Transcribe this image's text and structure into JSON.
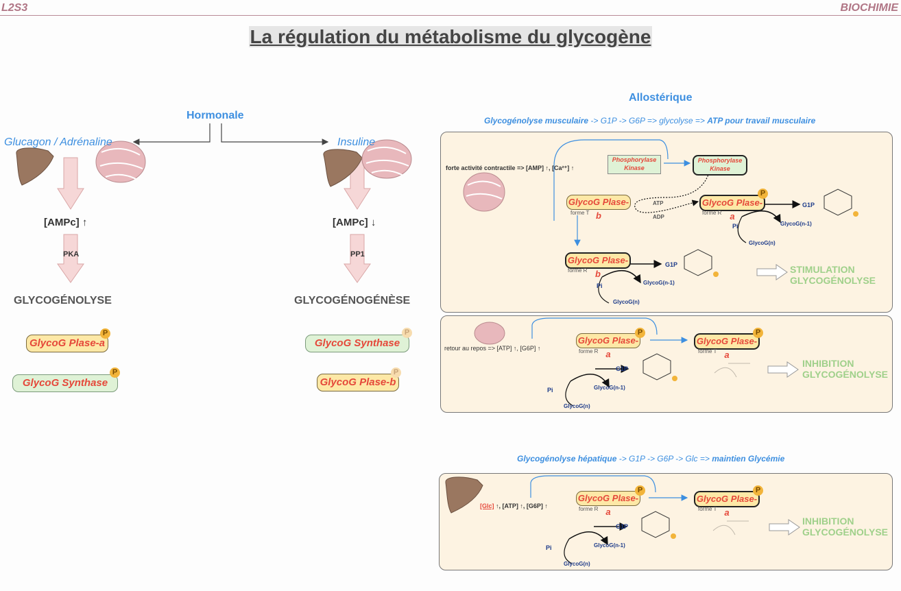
{
  "header": {
    "left": "L2S3",
    "right": "BIOCHIMIE"
  },
  "title": "La régulation du métabolisme du glycogène",
  "hormonal": {
    "label": "Hormonale",
    "left": {
      "hormone": "Glucagon / Adrénaline",
      "amp": "[AMPc] ↑",
      "enzyme": "PKA",
      "outcome": "GLYCOGÉNOLYSE",
      "pill1": "GlycoG Plase-a",
      "pill2": "GlycoG Synthase"
    },
    "right": {
      "hormone": "Insuline",
      "amp": "[AMPc] ↓",
      "enzyme": "PP1",
      "outcome": "GLYCOGÉNOGÉNÈSE",
      "pill1": "GlycoG Synthase",
      "pill2": "GlycoG Plase-b"
    }
  },
  "allosteric": {
    "label": "Allostérique",
    "muscle_heading": {
      "a": "Glycogénolyse musculaire",
      "b": " -> G1P -> G6P => glycolyse => ",
      "c": "ATP pour travail musculaire"
    },
    "liver_heading": {
      "a": "Glycogénolyse hépatique",
      "b": " -> G1P -> G6P -> Glc => ",
      "c": "maintien Glycémie"
    },
    "box1": {
      "condition": "forte activité contractile => [AMP] ↑, [Ca²⁺] ↑",
      "kinase": "Phosphorylase Kinase",
      "pill_b": "GlycoG Plase-b",
      "pill_a": "GlycoG Plase-a",
      "forme_t": "forme T",
      "forme_r": "forme R",
      "atp": "ATP",
      "adp": "ADP",
      "g1p": "G1P",
      "pi": "Pi",
      "glycog_n": "GlycoG(n)",
      "glycog_n1": "GlycoG(n-1)",
      "result": "STIMULATION GLYCOGÉNOLYSE"
    },
    "box2": {
      "condition": "retour au repos => [ATP] ↑, [G6P] ↑",
      "pill_a1": "GlycoG Plase-a",
      "pill_a2": "GlycoG Plase-a",
      "forme_r": "forme R",
      "forme_t": "forme T",
      "g1p": "G1P",
      "pi": "Pi",
      "glycog_n": "GlycoG(n)",
      "glycog_n1": "GlycoG(n-1)",
      "result": "INHIBITION GLYCOGÉNOLYSE"
    },
    "box3": {
      "condition_glc": "[Glc]",
      "condition_rest": " ↑, [ATP] ↑, [G6P] ↑",
      "pill_a1": "GlycoG Plase-a",
      "pill_a2": "GlycoG Plase-a",
      "forme_r": "forme R",
      "forme_t": "forme T",
      "g1p": "G1P",
      "pi": "Pi",
      "glycog_n": "GlycoG(n)",
      "glycog_n1": "GlycoG(n-1)",
      "result": "INHIBITION GLYCOGÉNOLYSE"
    }
  },
  "phosphate_badge": "P",
  "colors": {
    "accent_blue": "#3d8fe0",
    "pill_red": "#e5483a",
    "green_text": "#9fd08a",
    "header_pink": "#b07585"
  }
}
